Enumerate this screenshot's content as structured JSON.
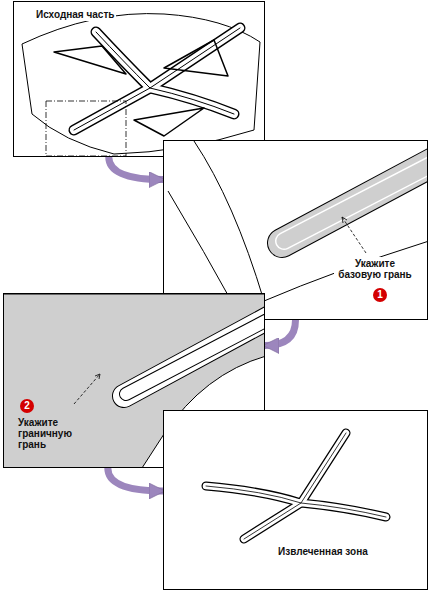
{
  "diagram": {
    "nodes": [
      {
        "text": [
          "Исходная часть"
        ]
      },
      {
        "text": [
          "Укажите базовую грань"
        ]
      },
      {
        "text": [
          "Укажите граничную грань"
        ]
      },
      {
        "text": [
          "Извлеченная зона"
        ]
      }
    ],
    "edges": [
      {
        "from": 0,
        "to": 1,
        "arrow": "to"
      },
      {
        "from": 1,
        "to": 2,
        "arrow": "to"
      },
      {
        "from": 2,
        "to": 3,
        "arrow": "to"
      }
    ],
    "labels": [
      "1",
      "2"
    ]
  }
}
